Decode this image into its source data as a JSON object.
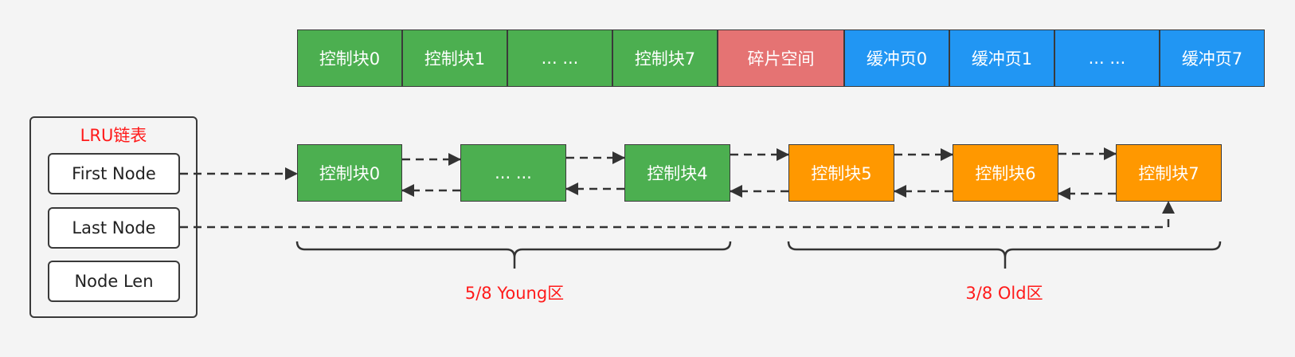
{
  "buffer_pool": {
    "cells": [
      {
        "label": "控制块0",
        "color": "#4caf50"
      },
      {
        "label": "控制块1",
        "color": "#4caf50"
      },
      {
        "label": "... ...",
        "color": "#4caf50"
      },
      {
        "label": "控制块7",
        "color": "#4caf50"
      },
      {
        "label": "碎片空间",
        "color": "#e57373"
      },
      {
        "label": "缓冲页0",
        "color": "#2196f3"
      },
      {
        "label": "缓冲页1",
        "color": "#2196f3"
      },
      {
        "label": "... ...",
        "color": "#2196f3"
      },
      {
        "label": "缓冲页7",
        "color": "#2196f3"
      }
    ]
  },
  "lru_list": {
    "title": "LRU链表",
    "fields": {
      "first_node": "First Node",
      "last_node": "Last Node",
      "node_len": "Node Len"
    }
  },
  "linked_nodes": [
    {
      "label": "控制块0",
      "color": "#4caf50"
    },
    {
      "label": "... ...",
      "color": "#4caf50"
    },
    {
      "label": "控制块4",
      "color": "#4caf50"
    },
    {
      "label": "控制块5",
      "color": "#ff9800"
    },
    {
      "label": "控制块6",
      "color": "#ff9800"
    },
    {
      "label": "控制块7",
      "color": "#ff9800"
    }
  ],
  "zones": {
    "young": "5/8 Young区",
    "old": "3/8 Old区"
  },
  "colors": {
    "young": "#4caf50",
    "old": "#ff9800",
    "fragment": "#e57373",
    "buffer_page": "#2196f3",
    "accent_red": "#ff1a1a"
  }
}
